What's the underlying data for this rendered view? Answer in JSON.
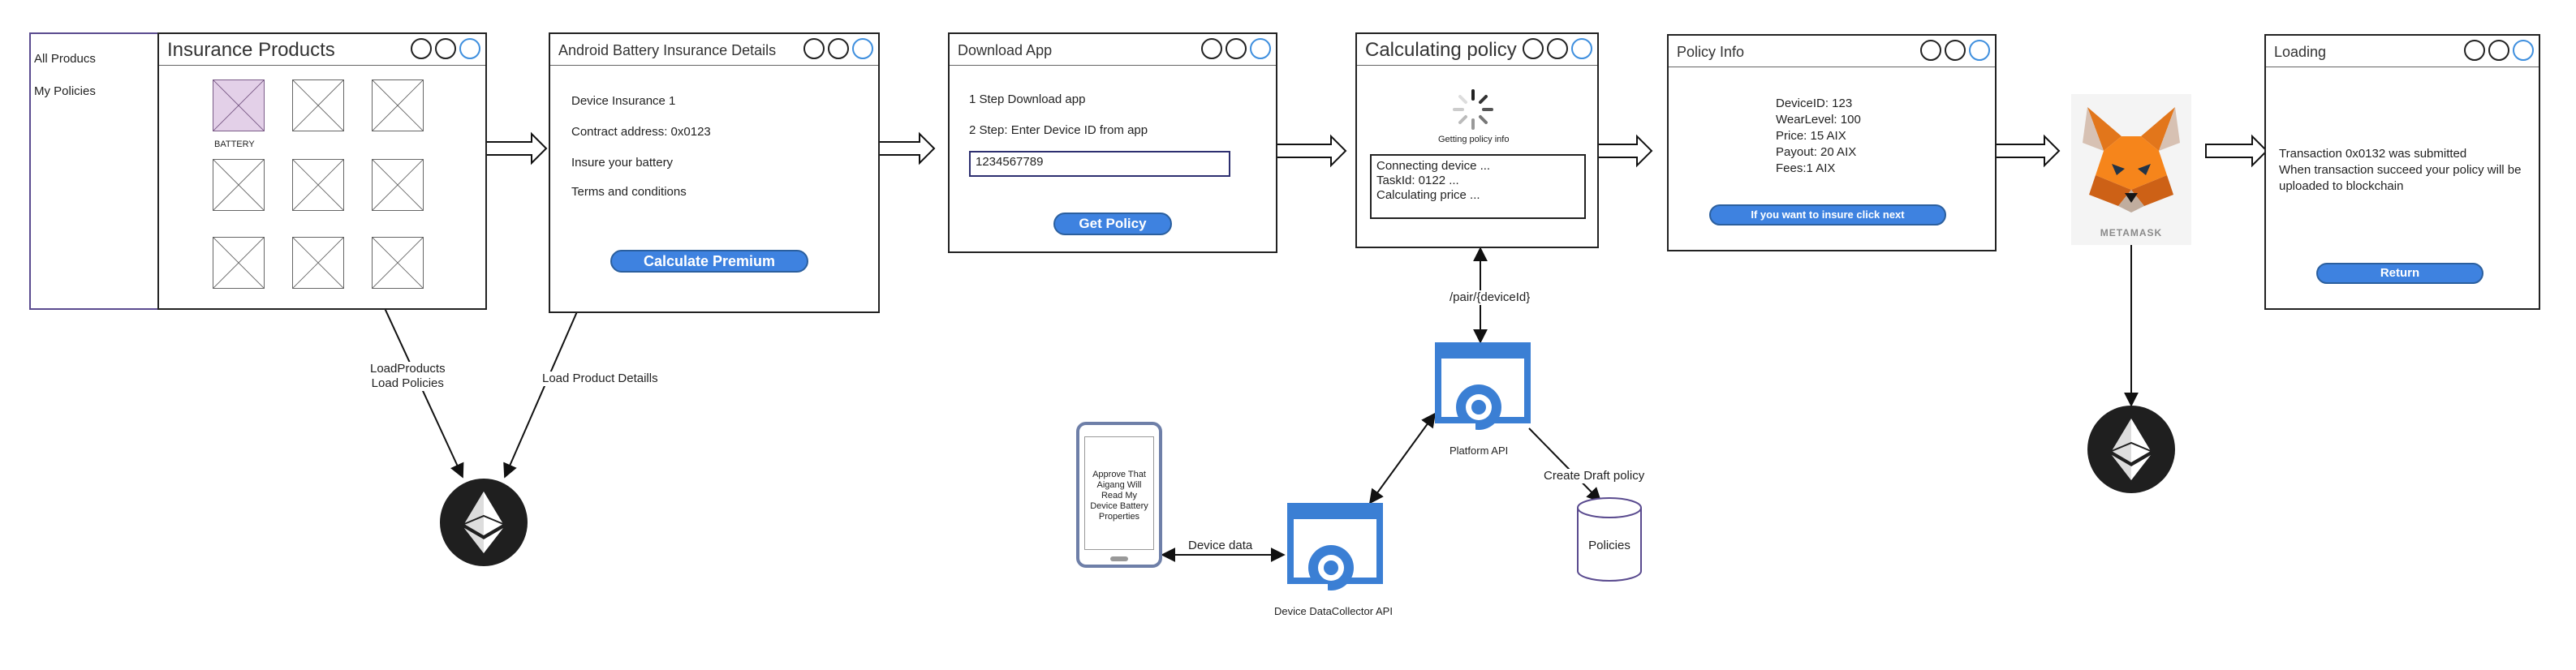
{
  "nav": {
    "items": [
      "All Producs",
      "My Policies"
    ]
  },
  "products_window": {
    "title": "Insurance Products",
    "tiles": [
      {
        "label": "BATTERY",
        "selected": true
      },
      {
        "label": "",
        "selected": false
      },
      {
        "label": "",
        "selected": false
      },
      {
        "label": "",
        "selected": false
      },
      {
        "label": "",
        "selected": false
      },
      {
        "label": "",
        "selected": false
      },
      {
        "label": "",
        "selected": false
      },
      {
        "label": "",
        "selected": false
      },
      {
        "label": "",
        "selected": false
      }
    ]
  },
  "details_window": {
    "title": "Android Battery Insurance Details",
    "lines": [
      "Device Insurance 1",
      "Contract address: 0x0123",
      "Insure your battery",
      "Terms and conditions"
    ],
    "button": "Calculate Premium"
  },
  "download_window": {
    "title": "Download App",
    "steps": [
      "1 Step Download app",
      "2 Step: Enter Device ID from app"
    ],
    "input_value": "1234567789",
    "button": "Get Policy"
  },
  "calc_window": {
    "title": "Calculating policy",
    "spinner_caption": "Getting policy info",
    "log": [
      "Connecting device ...",
      "TaskId: 0122 ...",
      "Calculating price ..."
    ]
  },
  "policy_window": {
    "title": "Policy Info",
    "fields": [
      "DeviceID: 123",
      "WearLevel: 100",
      "Price: 15 AIX",
      "Payout: 20 AIX",
      "Fees:1 AIX"
    ],
    "button": "If you want to insure click next"
  },
  "metamask": {
    "label": "METAMASK"
  },
  "loading_window": {
    "title": "Loading",
    "message": [
      "Transaction 0x0132 was submitted",
      "When transaction succeed your policy will be",
      "uploaded to blockchain"
    ],
    "button": "Return"
  },
  "edges": {
    "load_products": [
      "LoadProducts",
      "Load Policies"
    ],
    "load_details": "Load Product Detaills",
    "pair": "/pair/{deviceId}",
    "device_data": "Device data",
    "create_draft": "Create Draft policy"
  },
  "phone": {
    "text": "Approve That Aigang Will Read My Device Battery Properties"
  },
  "platform_api": {
    "label": "Platform API"
  },
  "collector_api": {
    "label": "Device DataCollector API"
  },
  "policies_db": {
    "label": "Policies"
  },
  "colors": {
    "accent": "#3e82e0",
    "api_blue": "#3b7fd4",
    "selected_tile": "#e3d0e8",
    "nav_border": "#5a4b8f"
  }
}
